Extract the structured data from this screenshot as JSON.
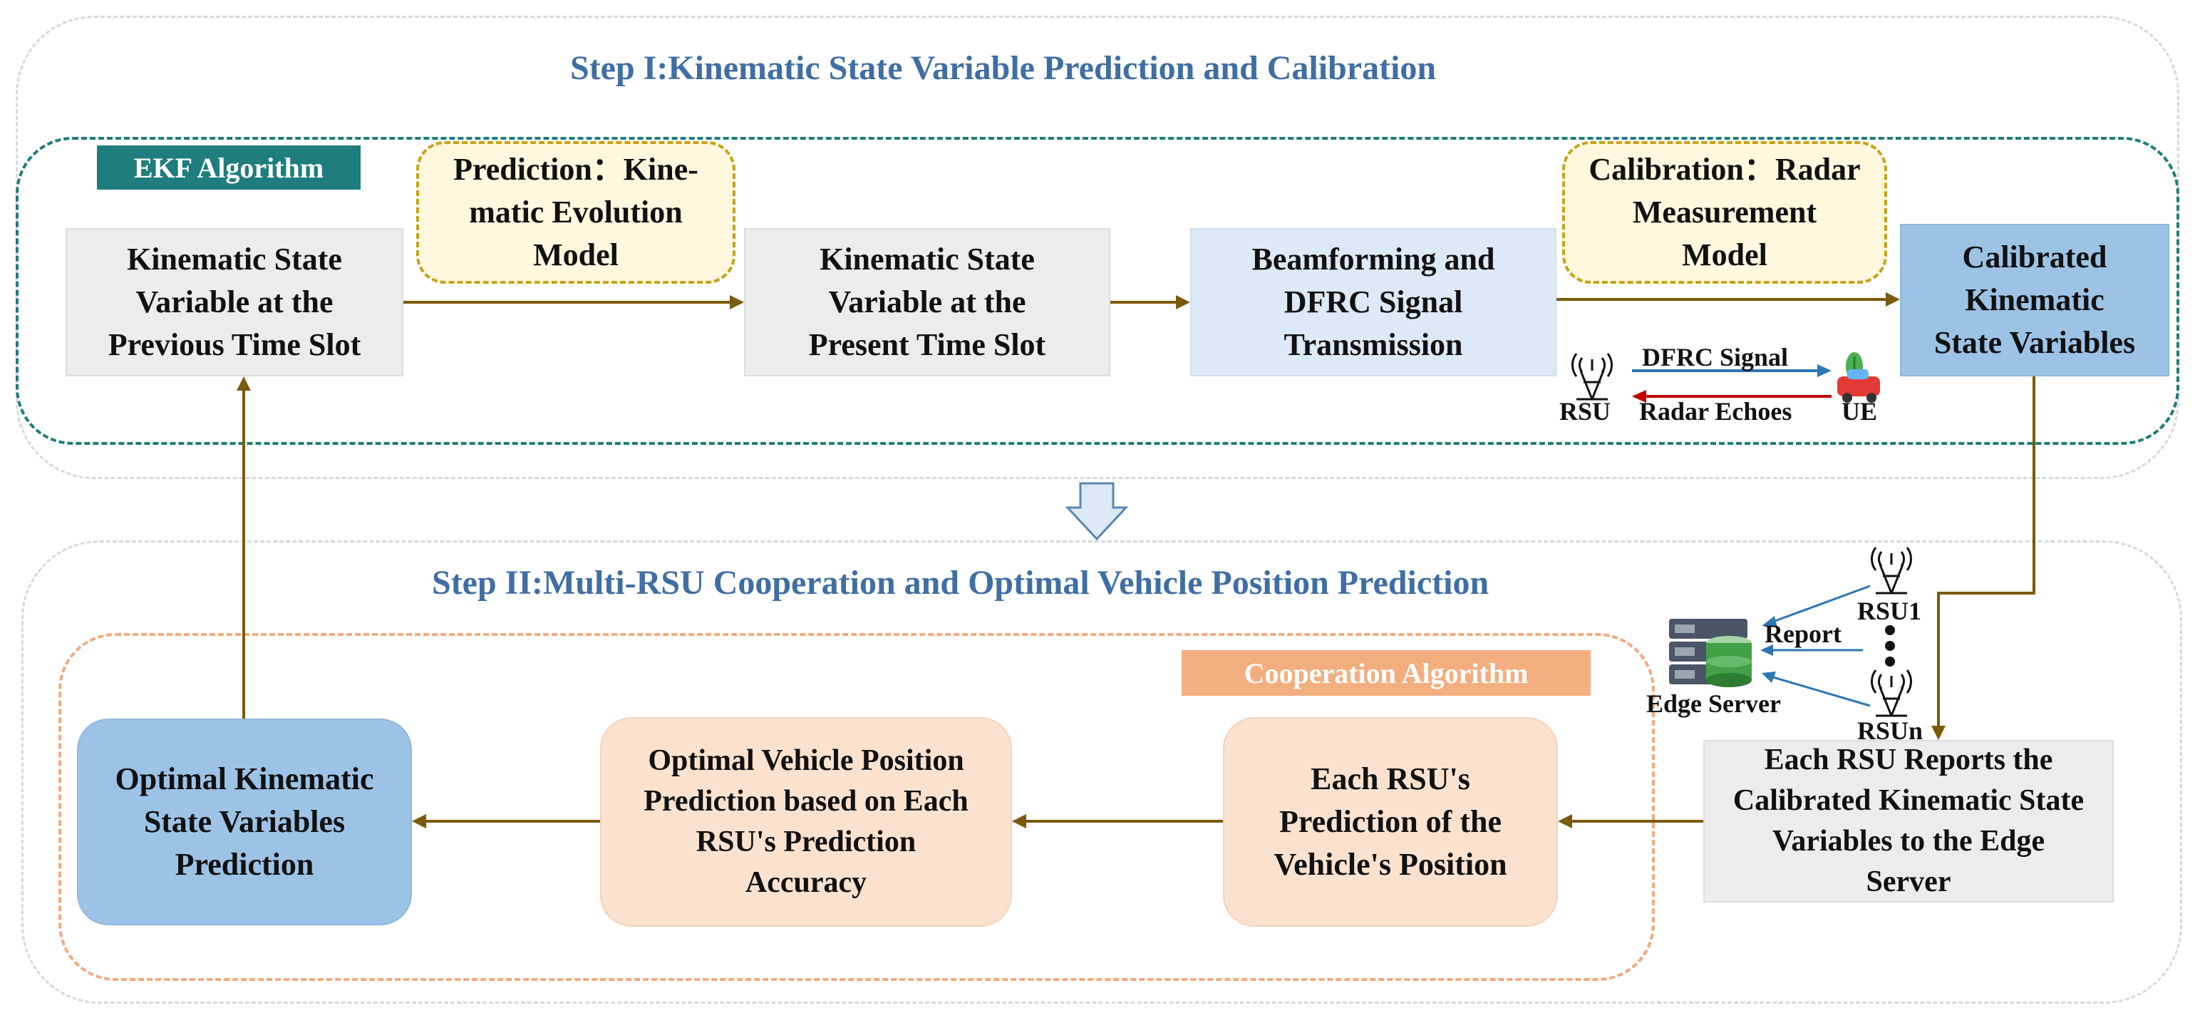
{
  "colors": {
    "title": "#3f6ea4",
    "teal_border": "#1e7d7a",
    "ekf_tag_bg": "#1f7d7d",
    "coop_tag_bg": "#f3ae80",
    "coop_border": "#f2a980",
    "arrow": "#7a5a0c",
    "signal_blue": "#2e75b6",
    "echo_red": "#c00000"
  },
  "step1": {
    "title": "Step I:Kinematic State Variable Prediction and Calibration",
    "tag": "EKF Algorithm",
    "prev_box": [
      "Kinematic State",
      "Variable at the",
      "Previous Time Slot"
    ],
    "prediction_box": [
      "Prediction：Kine-",
      "matic Evolution",
      "Model"
    ],
    "present_box": [
      "Kinematic State",
      "Variable at the",
      "Present Time Slot"
    ],
    "beam_box": [
      "Beamforming and",
      "DFRC Signal",
      "Transmission"
    ],
    "calibration_box": [
      "Calibration：Radar",
      "Measurement",
      "Model"
    ],
    "calibrated_box": [
      "Calibrated",
      "Kinematic",
      "State Variables"
    ],
    "rsu_label": "RSU",
    "ue_label": "UE",
    "dfrc_label": "DFRC Signal",
    "echo_label": "Radar Echoes"
  },
  "step2": {
    "title": "Step II:Multi-RSU Cooperation and Optimal Vehicle Position Prediction",
    "tag": "Cooperation Algorithm",
    "rsu1_label": "RSU1",
    "rsun_label": "RSUn",
    "report_label": "Report",
    "edge_server_label": "Edge Server",
    "reports_box": [
      "Each RSU Reports the",
      "Calibrated Kinematic State",
      "Variables to the Edge",
      "Server"
    ],
    "each_rsu_box": [
      "Each RSU's",
      "Prediction of the",
      "Vehicle's Position"
    ],
    "optimal_pos_box": [
      "Optimal Vehicle Position",
      "Prediction based on Each",
      "RSU's Prediction",
      "Accuracy"
    ],
    "optimal_state_box": [
      "Optimal Kinematic",
      "State Variables",
      "Prediction"
    ]
  },
  "icons": [
    "rsu-tower-icon",
    "car-icon",
    "edge-server-icon",
    "down-arrow-icon"
  ]
}
